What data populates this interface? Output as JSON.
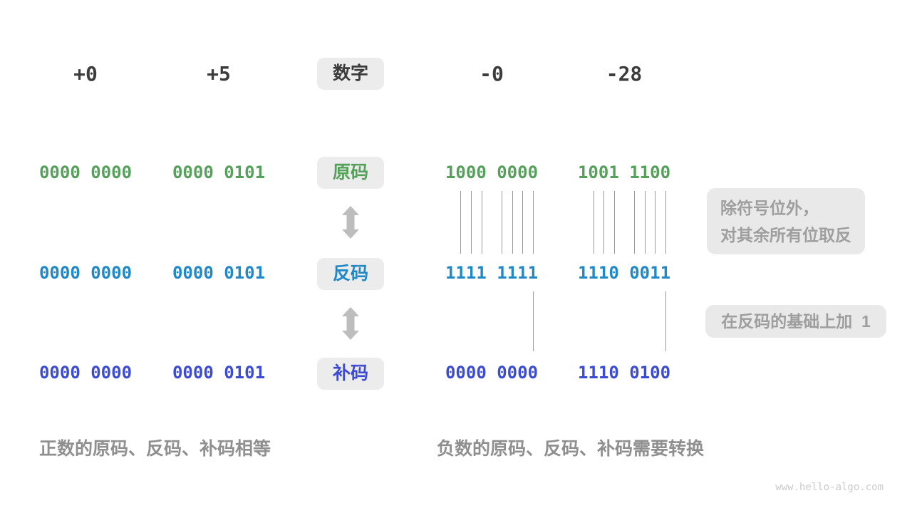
{
  "header": {
    "pos_zero": "+0",
    "pos_five": "+5",
    "center_label": "数字",
    "neg_zero": "-0",
    "neg_twenty_eight": "-28"
  },
  "rows": {
    "sign_magnitude": {
      "label": "原码",
      "color": "#55A05A",
      "values": [
        "0000 0000",
        "0000 0101",
        "1000 0000",
        "1001 1100"
      ]
    },
    "ones_complement": {
      "label": "反码",
      "color": "#1E88C8",
      "values": [
        "0000 0000",
        "0000 0101",
        "1111 1111",
        "1110 0011"
      ]
    },
    "twos_complement": {
      "label": "补码",
      "color": "#3C4BD4",
      "values": [
        "0000 0000",
        "0000 0101",
        "0000 0000",
        "1110 0100"
      ]
    }
  },
  "annotations": {
    "invert_note_line1": "除符号位外，",
    "invert_note_line2": "对其余所有位取反",
    "add_one_note": "在反码的基础上加  1"
  },
  "captions": {
    "positive": "正数的原码、反码、补码相等",
    "negative": "负数的原码、反码、补码需要转换"
  },
  "watermark": "www.hello-algo.com",
  "colors": {
    "sign_magnitude_green": "#55A05A",
    "ones_complement_blue": "#1E88C8",
    "twos_complement_indigo": "#3C4BD4",
    "pill_background": "#ECECEC",
    "note_background": "#E9E9E9",
    "note_text": "#9E9E9E",
    "caption_text": "#8F8F8F",
    "heading_text": "#3C3C3C",
    "arrow_gray": "#BDBDBD",
    "connector_line": "#999999",
    "watermark_text": "#C9CBCA"
  }
}
